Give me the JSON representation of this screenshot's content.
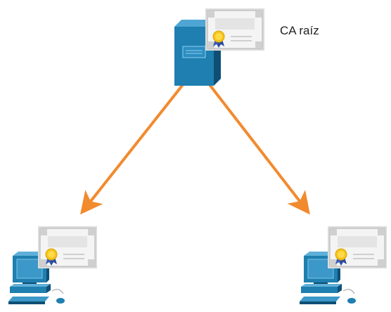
{
  "root_ca": {
    "label": "CA raíz",
    "device_icon": "server-icon",
    "certificate_icon": "certificate-icon"
  },
  "clients": [
    {
      "device_icon": "workstation-icon",
      "certificate_icon": "certificate-icon"
    },
    {
      "device_icon": "workstation-icon",
      "certificate_icon": "certificate-icon"
    }
  ],
  "connections": [
    {
      "from": "root_ca",
      "to": "client-left",
      "direction": "arrow-to-client"
    },
    {
      "from": "root_ca",
      "to": "client-right",
      "direction": "arrow-to-client"
    }
  ],
  "colors": {
    "arrow": "#f28a2e",
    "device_blue": "#1e7fb0",
    "device_dark": "#0f4f75",
    "certificate_paper": "#f2f2f2",
    "seal_gold": "#f5c518",
    "seal_ribbon": "#3b5bb5"
  }
}
